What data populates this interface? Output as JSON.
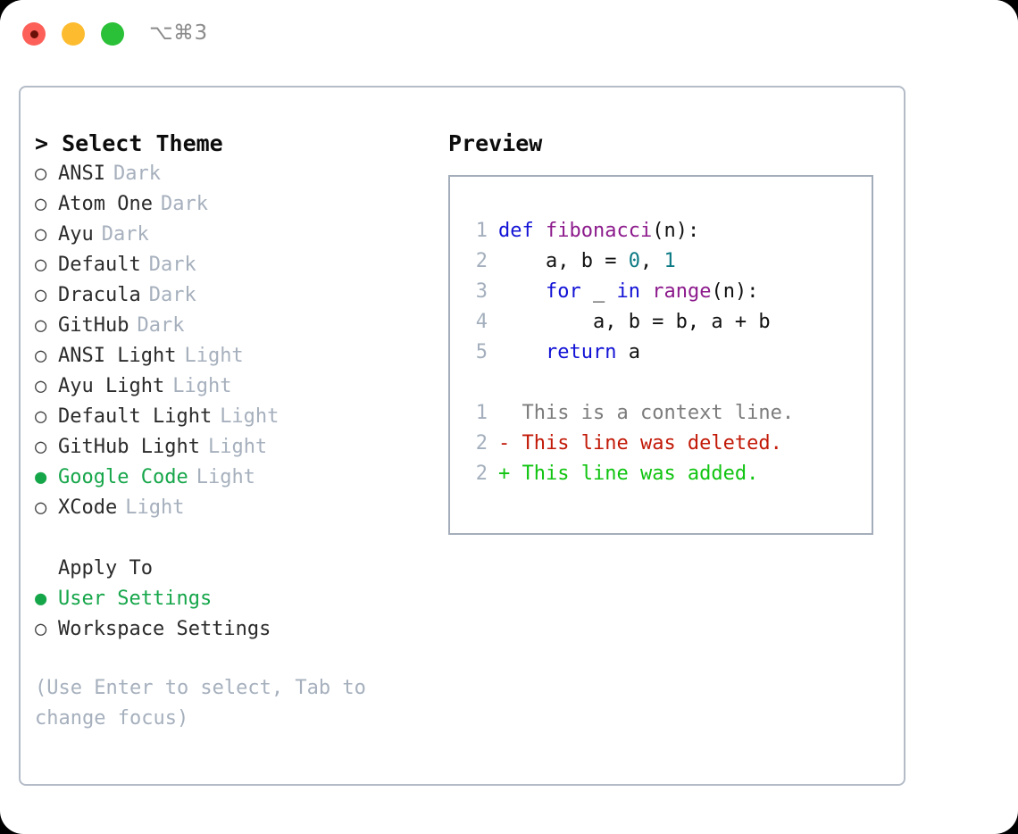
{
  "titlebar": {
    "shortcut": "⌥⌘3",
    "buttons": {
      "close": "close",
      "minimize": "minimize",
      "maximize": "maximize"
    }
  },
  "left": {
    "header": "> Select Theme",
    "themes": [
      {
        "bullet": "○",
        "name": "ANSI",
        "tag": "Dark",
        "selected": false
      },
      {
        "bullet": "○",
        "name": "Atom One",
        "tag": "Dark",
        "selected": false
      },
      {
        "bullet": "○",
        "name": "Ayu",
        "tag": "Dark",
        "selected": false
      },
      {
        "bullet": "○",
        "name": "Default",
        "tag": "Dark",
        "selected": false
      },
      {
        "bullet": "○",
        "name": "Dracula",
        "tag": "Dark",
        "selected": false
      },
      {
        "bullet": "○",
        "name": "GitHub",
        "tag": "Dark",
        "selected": false
      },
      {
        "bullet": "○",
        "name": "ANSI Light",
        "tag": "Light",
        "selected": false
      },
      {
        "bullet": "○",
        "name": "Ayu Light",
        "tag": "Light",
        "selected": false
      },
      {
        "bullet": "○",
        "name": "Default Light",
        "tag": "Light",
        "selected": false
      },
      {
        "bullet": "○",
        "name": "GitHub Light",
        "tag": "Light",
        "selected": false
      },
      {
        "bullet": "●",
        "name": "Google Code",
        "tag": "Light",
        "selected": true
      },
      {
        "bullet": "○",
        "name": "XCode",
        "tag": "Light",
        "selected": false
      }
    ],
    "apply_to_header": "Apply To",
    "apply_options": [
      {
        "bullet": "●",
        "name": "User Settings",
        "selected": true
      },
      {
        "bullet": "○",
        "name": "Workspace Settings",
        "selected": false
      }
    ],
    "hint": "(Use Enter to select, Tab to change focus)"
  },
  "preview": {
    "title": "Preview",
    "code_lines": [
      {
        "no": "1",
        "tokens": [
          {
            "t": "def ",
            "c": "kw"
          },
          {
            "t": "fibonacci",
            "c": "fn"
          },
          {
            "t": "(n):",
            "c": "plain"
          }
        ]
      },
      {
        "no": "2",
        "tokens": [
          {
            "t": "    a, b = ",
            "c": "plain"
          },
          {
            "t": "0",
            "c": "num"
          },
          {
            "t": ", ",
            "c": "plain"
          },
          {
            "t": "1",
            "c": "num"
          }
        ]
      },
      {
        "no": "3",
        "tokens": [
          {
            "t": "    ",
            "c": "plain"
          },
          {
            "t": "for",
            "c": "kw"
          },
          {
            "t": " _ ",
            "c": "plain"
          },
          {
            "t": "in",
            "c": "kw"
          },
          {
            "t": " ",
            "c": "plain"
          },
          {
            "t": "range",
            "c": "fn"
          },
          {
            "t": "(n):",
            "c": "plain"
          }
        ]
      },
      {
        "no": "4",
        "tokens": [
          {
            "t": "        a, b = b, a + b",
            "c": "plain"
          }
        ]
      },
      {
        "no": "5",
        "tokens": [
          {
            "t": "    ",
            "c": "plain"
          },
          {
            "t": "return",
            "c": "kw"
          },
          {
            "t": " a",
            "c": "plain"
          }
        ]
      }
    ],
    "diff_lines": [
      {
        "no": "1",
        "marker": "  ",
        "text": "This is a context line.",
        "kind": "ctx"
      },
      {
        "no": "2",
        "marker": "- ",
        "text": "This line was deleted.",
        "kind": "del"
      },
      {
        "no": "2",
        "marker": "+ ",
        "text": "This line was added.",
        "kind": "add"
      }
    ]
  },
  "colors": {
    "accent_green": "#16a64a",
    "muted": "#a6b0bd",
    "keyword": "#1212d6",
    "function": "#8c1a8c",
    "number": "#0b7a84",
    "diff_delete": "#c21a08",
    "diff_add": "#10c410",
    "border": "#b4bcc8"
  }
}
